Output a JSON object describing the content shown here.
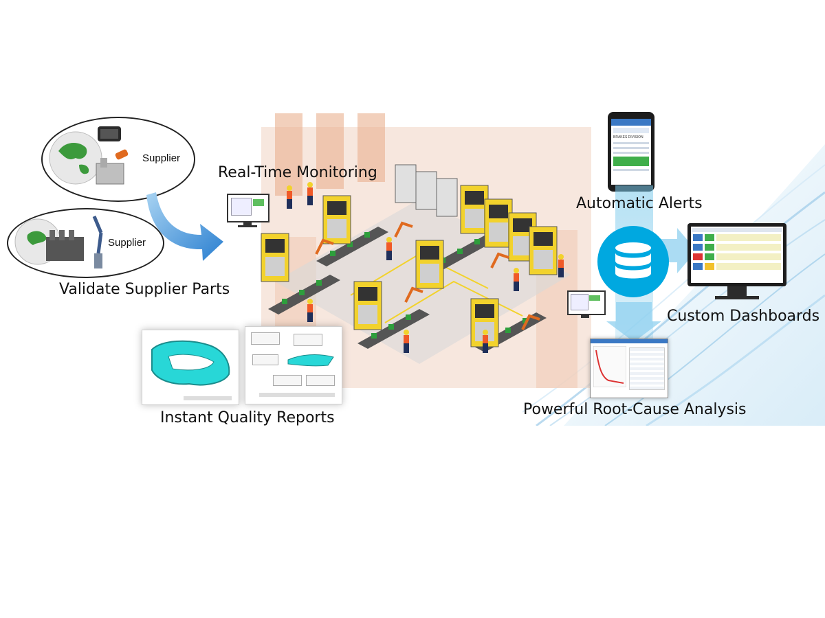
{
  "features": {
    "validate": "Validate Supplier Parts",
    "monitoring": "Real-Time Monitoring",
    "alerts": "Automatic Alerts",
    "dashboards": "Custom Dashboards",
    "reports": "Instant Quality Reports",
    "analysis": "Powerful Root-Cause Analysis"
  },
  "suppliers": [
    {
      "label": "Supplier"
    },
    {
      "label": "Supplier"
    }
  ],
  "phone": {
    "division_label": "BRAKES DIVISION"
  },
  "colors": {
    "arrow_blue": "#3a8fd8",
    "database_cyan": "#00a8e0",
    "factory_yellow": "#f2d22c",
    "background_wave": "#cfe6f5",
    "pipe_orange": "#e9b090"
  },
  "icons": [
    "globe-icon",
    "arrow-icon",
    "database-icon",
    "monitor-icon",
    "phone-icon",
    "factory-icon"
  ]
}
